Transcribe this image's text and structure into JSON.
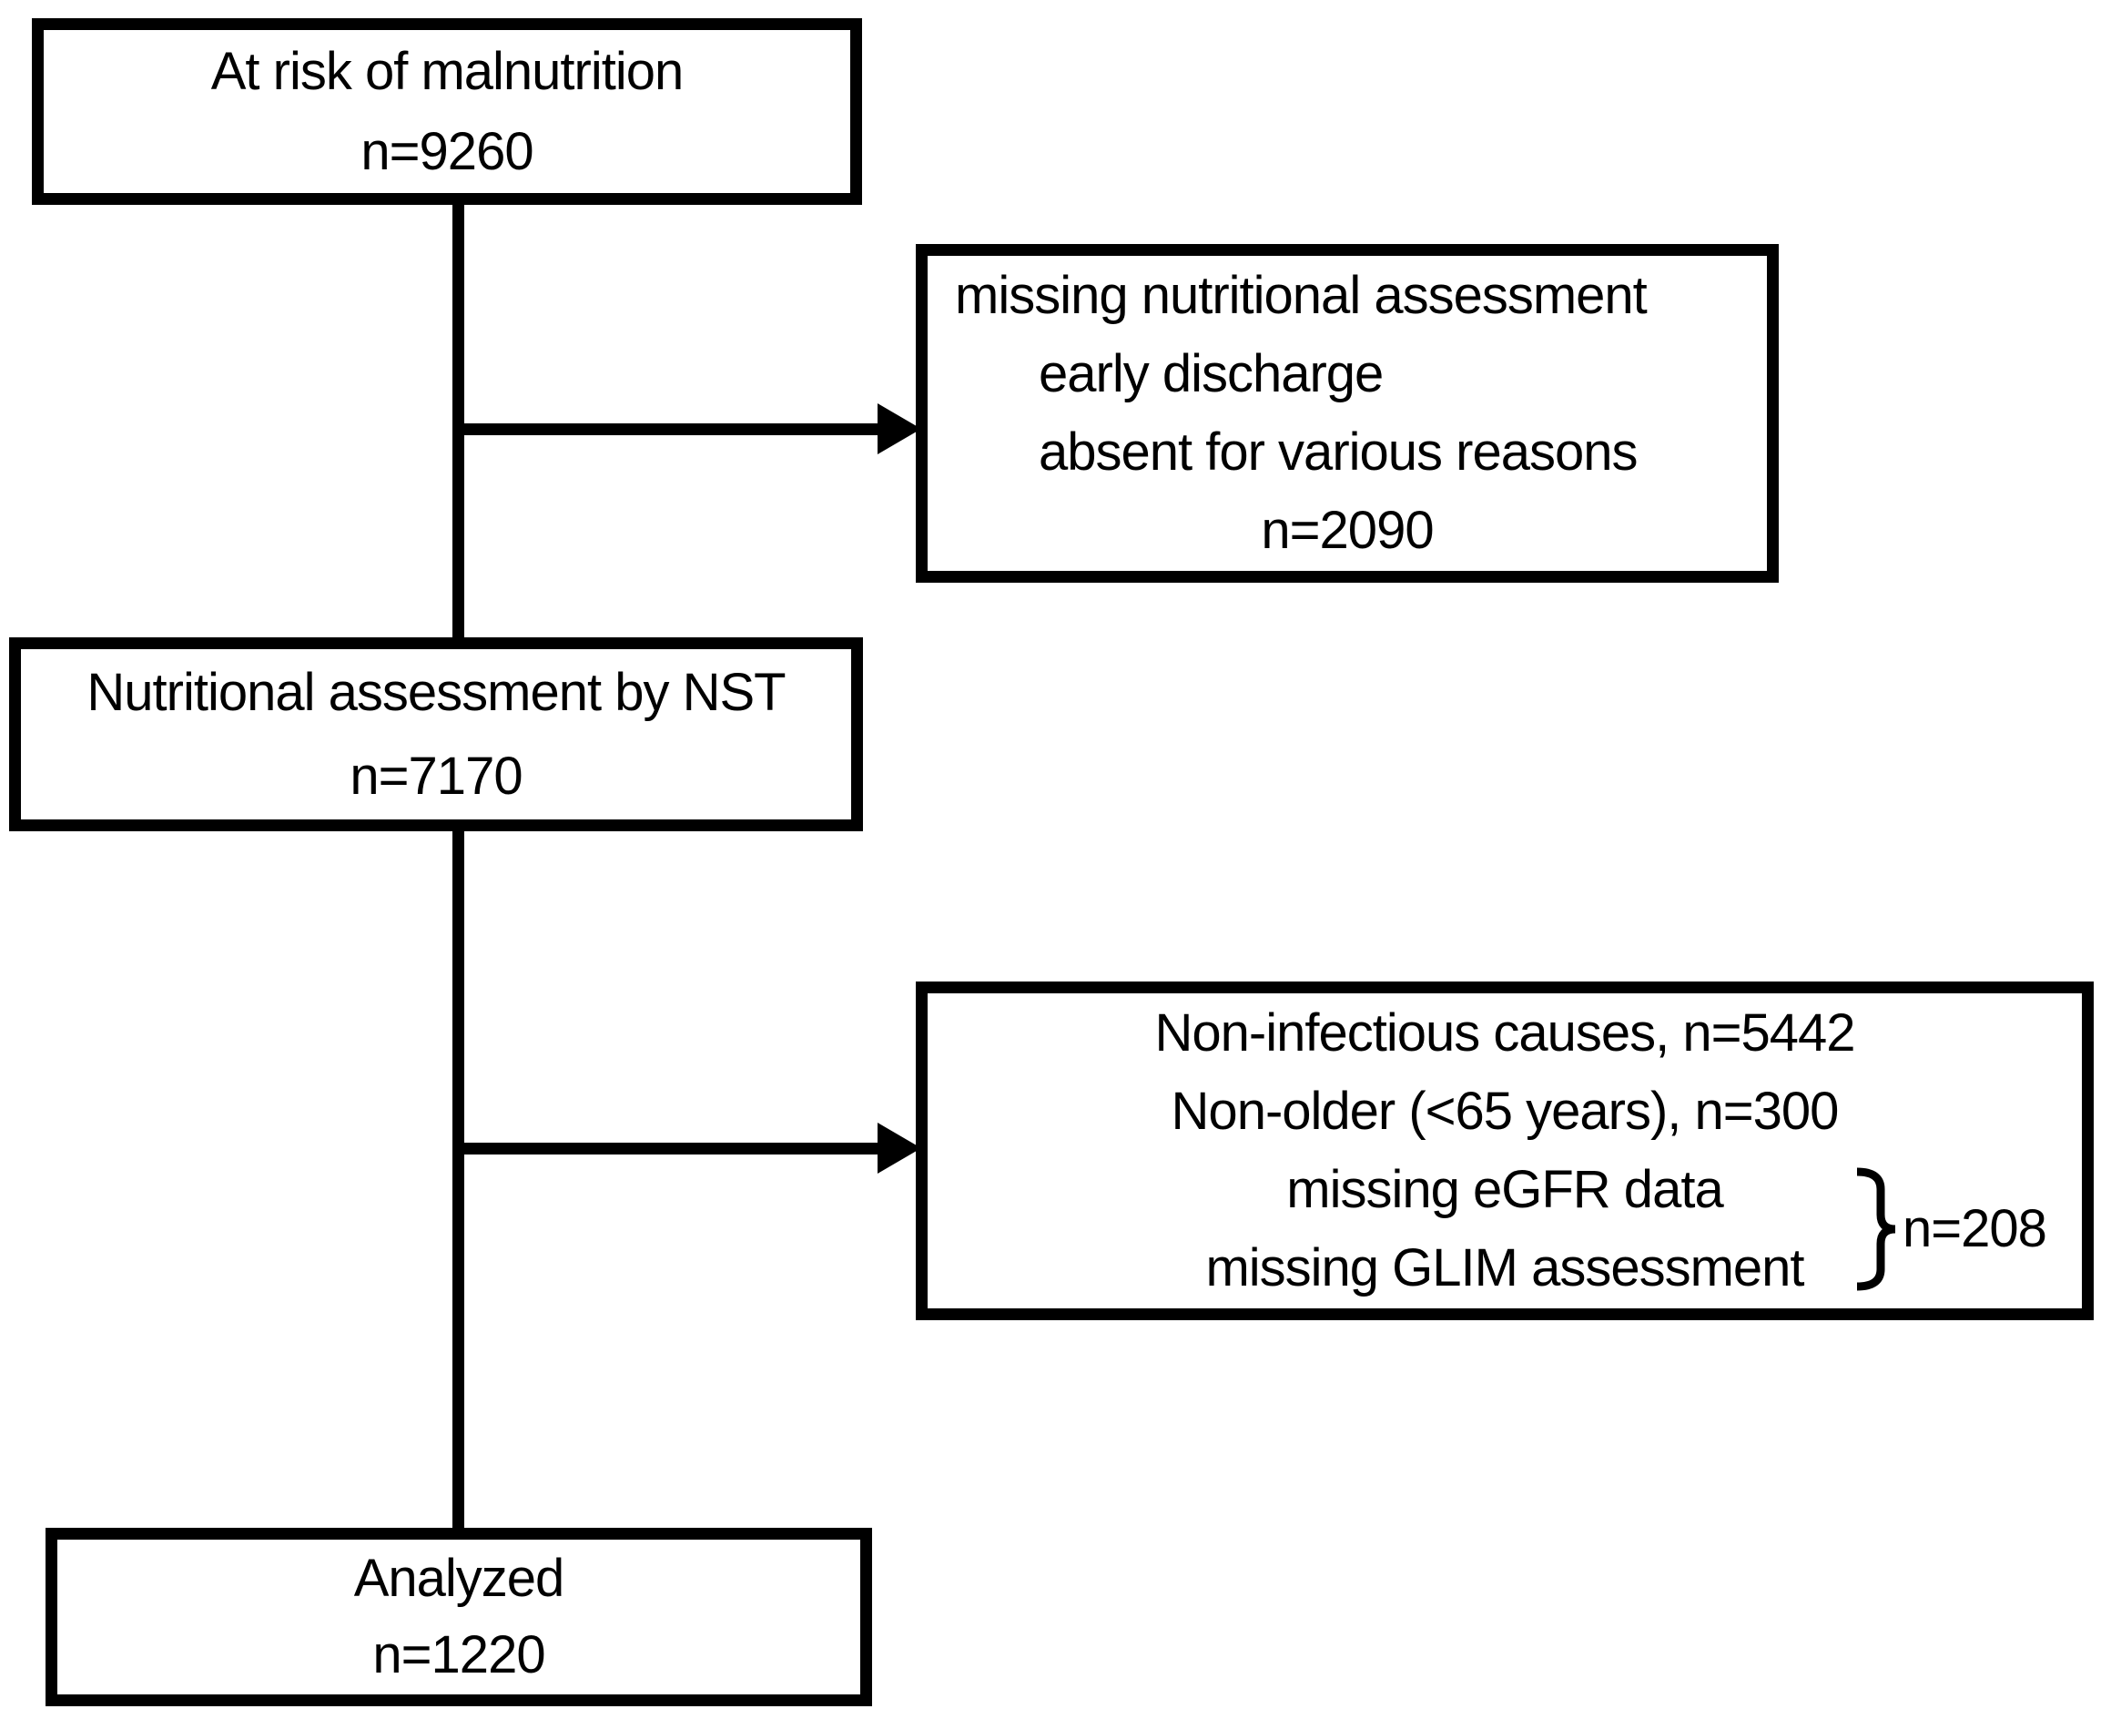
{
  "diagram": {
    "type": "patient-flow-diagram",
    "colors": {
      "background": "#ffffff",
      "stroke": "#000000",
      "text": "#000000"
    },
    "boxes": {
      "at_risk": {
        "title": "At risk of malnutrition",
        "count": "n=9260"
      },
      "missing_assessment": {
        "header": "missing nutritional assessment",
        "reason_1": "early discharge",
        "reason_2": "absent for various reasons",
        "count": "n=2090"
      },
      "nst_assessment": {
        "title": "Nutritional assessment by NST",
        "count": "n=7170"
      },
      "exclusions": {
        "reason_1": "Non-infectious causes, n=5442",
        "reason_2": "Non-older (<65 years), n=300",
        "reason_3": "missing eGFR data",
        "reason_4": "missing GLIM assessment",
        "brace_count": "n=208"
      },
      "analyzed": {
        "title": "Analyzed",
        "count": "n=1220"
      }
    }
  }
}
